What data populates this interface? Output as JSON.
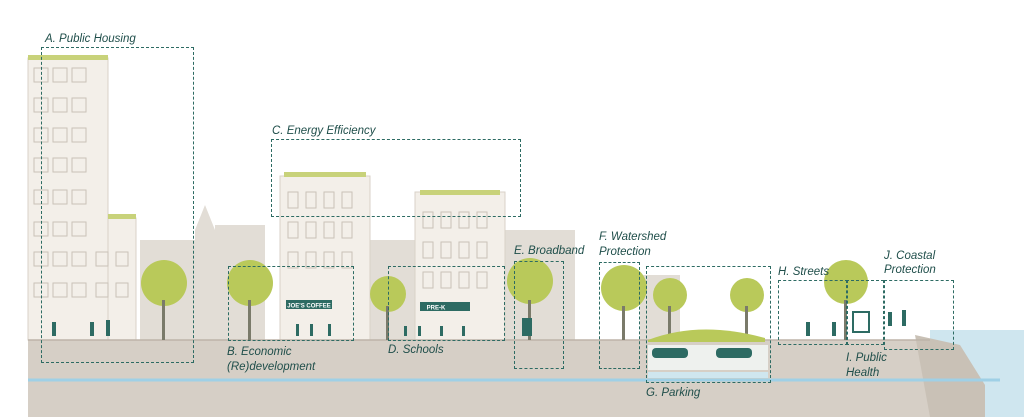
{
  "colors": {
    "zone_border": "#2d6b63",
    "label_text": "#1f4e4a",
    "tree": "#b9c95a",
    "building": "#f3efe9",
    "background_buildings": "#e2ddd6",
    "ground": "#d6cfc6",
    "water": "#cfe6ef",
    "pipe": "#9fd0e6",
    "store_sign": "#2d6b63"
  },
  "labels": {
    "a": "A. Public Housing",
    "b1": "B. Economic",
    "b2": "(Re)development",
    "c": "C. Energy Efficiency",
    "d": "D. Schools",
    "e": "E. Broadband",
    "f1": "F. Watershed",
    "f2": "Protection",
    "g": "G. Parking",
    "h": "H. Streets",
    "i1": "I. Public",
    "i2": "Health",
    "j1": "J. Coastal",
    "j2": "Protection"
  },
  "signs": {
    "coffee": "JOE'S COFFEE",
    "school": "PRE-K"
  }
}
